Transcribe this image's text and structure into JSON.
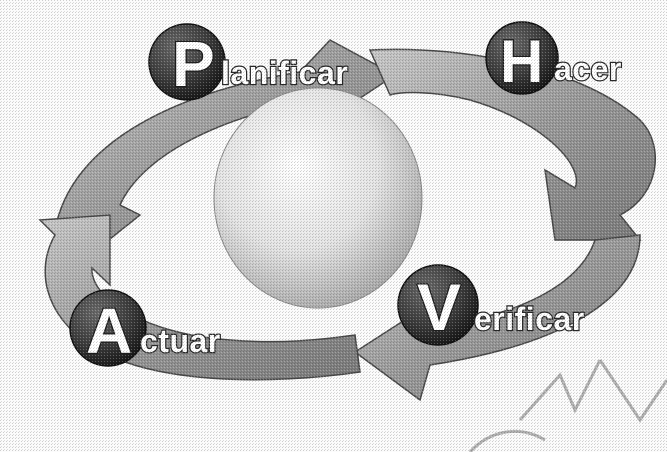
{
  "cycle": {
    "steps": [
      {
        "letter": "P",
        "rest": "lanificar"
      },
      {
        "letter": "H",
        "rest": "acer"
      },
      {
        "letter": "V",
        "rest": "erificar"
      },
      {
        "letter": "A",
        "rest": "ctuar"
      }
    ]
  }
}
